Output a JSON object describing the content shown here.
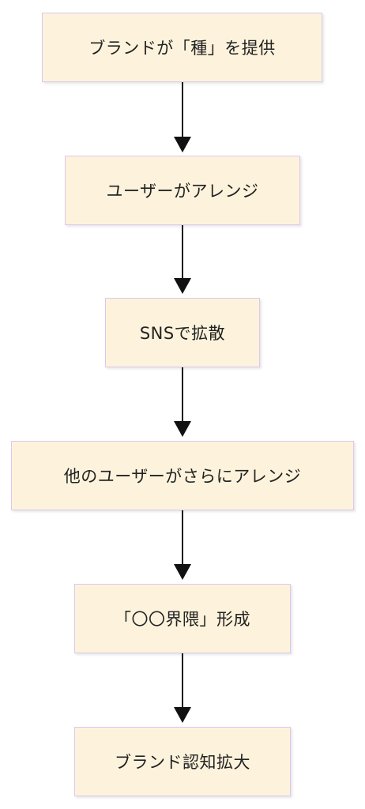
{
  "flow": {
    "steps": [
      {
        "label": "ブランドが「種」を提供"
      },
      {
        "label": "ユーザーがアレンジ"
      },
      {
        "label": "SNSで拡散"
      },
      {
        "label": "他のユーザーがさらにアレンジ"
      },
      {
        "label": "「〇〇界隈」形成"
      },
      {
        "label": "ブランド認知拡大"
      }
    ]
  },
  "colors": {
    "node_fill": "#fdf3dc",
    "node_border": "#dcc8ec",
    "edge": "#111111",
    "text": "#222222"
  }
}
